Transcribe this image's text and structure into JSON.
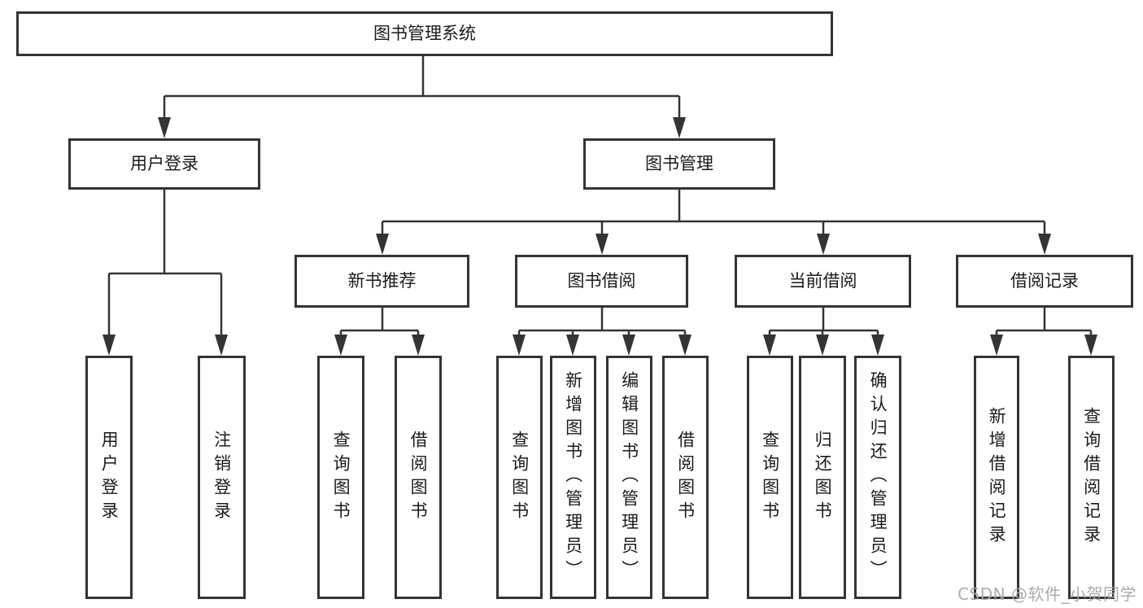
{
  "diagram": {
    "root": {
      "label": "图书管理系统"
    },
    "level2": {
      "user_login": {
        "label": "用户登录"
      },
      "book_management": {
        "label": "图书管理"
      }
    },
    "level3": {
      "new_book_recommend": {
        "label": "新书推荐"
      },
      "book_borrow": {
        "label": "图书借阅"
      },
      "current_borrow": {
        "label": "当前借阅"
      },
      "borrow_records": {
        "label": "借阅记录"
      }
    },
    "leaves": {
      "user_login_leaf": {
        "label": "用户登录"
      },
      "logout": {
        "label": "注销登录"
      },
      "recommend_query_books": {
        "label": "查询图书"
      },
      "recommend_borrow_books": {
        "label": "借阅图书"
      },
      "borrow_query_books": {
        "label": "查询图书"
      },
      "borrow_add_books": {
        "label": "新增图书（管理员）"
      },
      "borrow_edit_books": {
        "label": "编辑图书（管理员）"
      },
      "borrow_borrow_books": {
        "label": "借阅图书"
      },
      "current_query_books": {
        "label": "查询图书"
      },
      "current_return_books": {
        "label": "归还图书"
      },
      "current_confirm_return": {
        "label": "确认归还（管理员）"
      },
      "records_add_record": {
        "label": "新增借阅记录"
      },
      "records_query_record": {
        "label": "查询借阅记录"
      }
    }
  },
  "watermark": {
    "text": "CSDN @软件_小贺同学"
  },
  "colors": {
    "line": "#343434",
    "text": "#1a1a1a",
    "watermark": "#a6a6a6",
    "background": "#ffffff"
  }
}
